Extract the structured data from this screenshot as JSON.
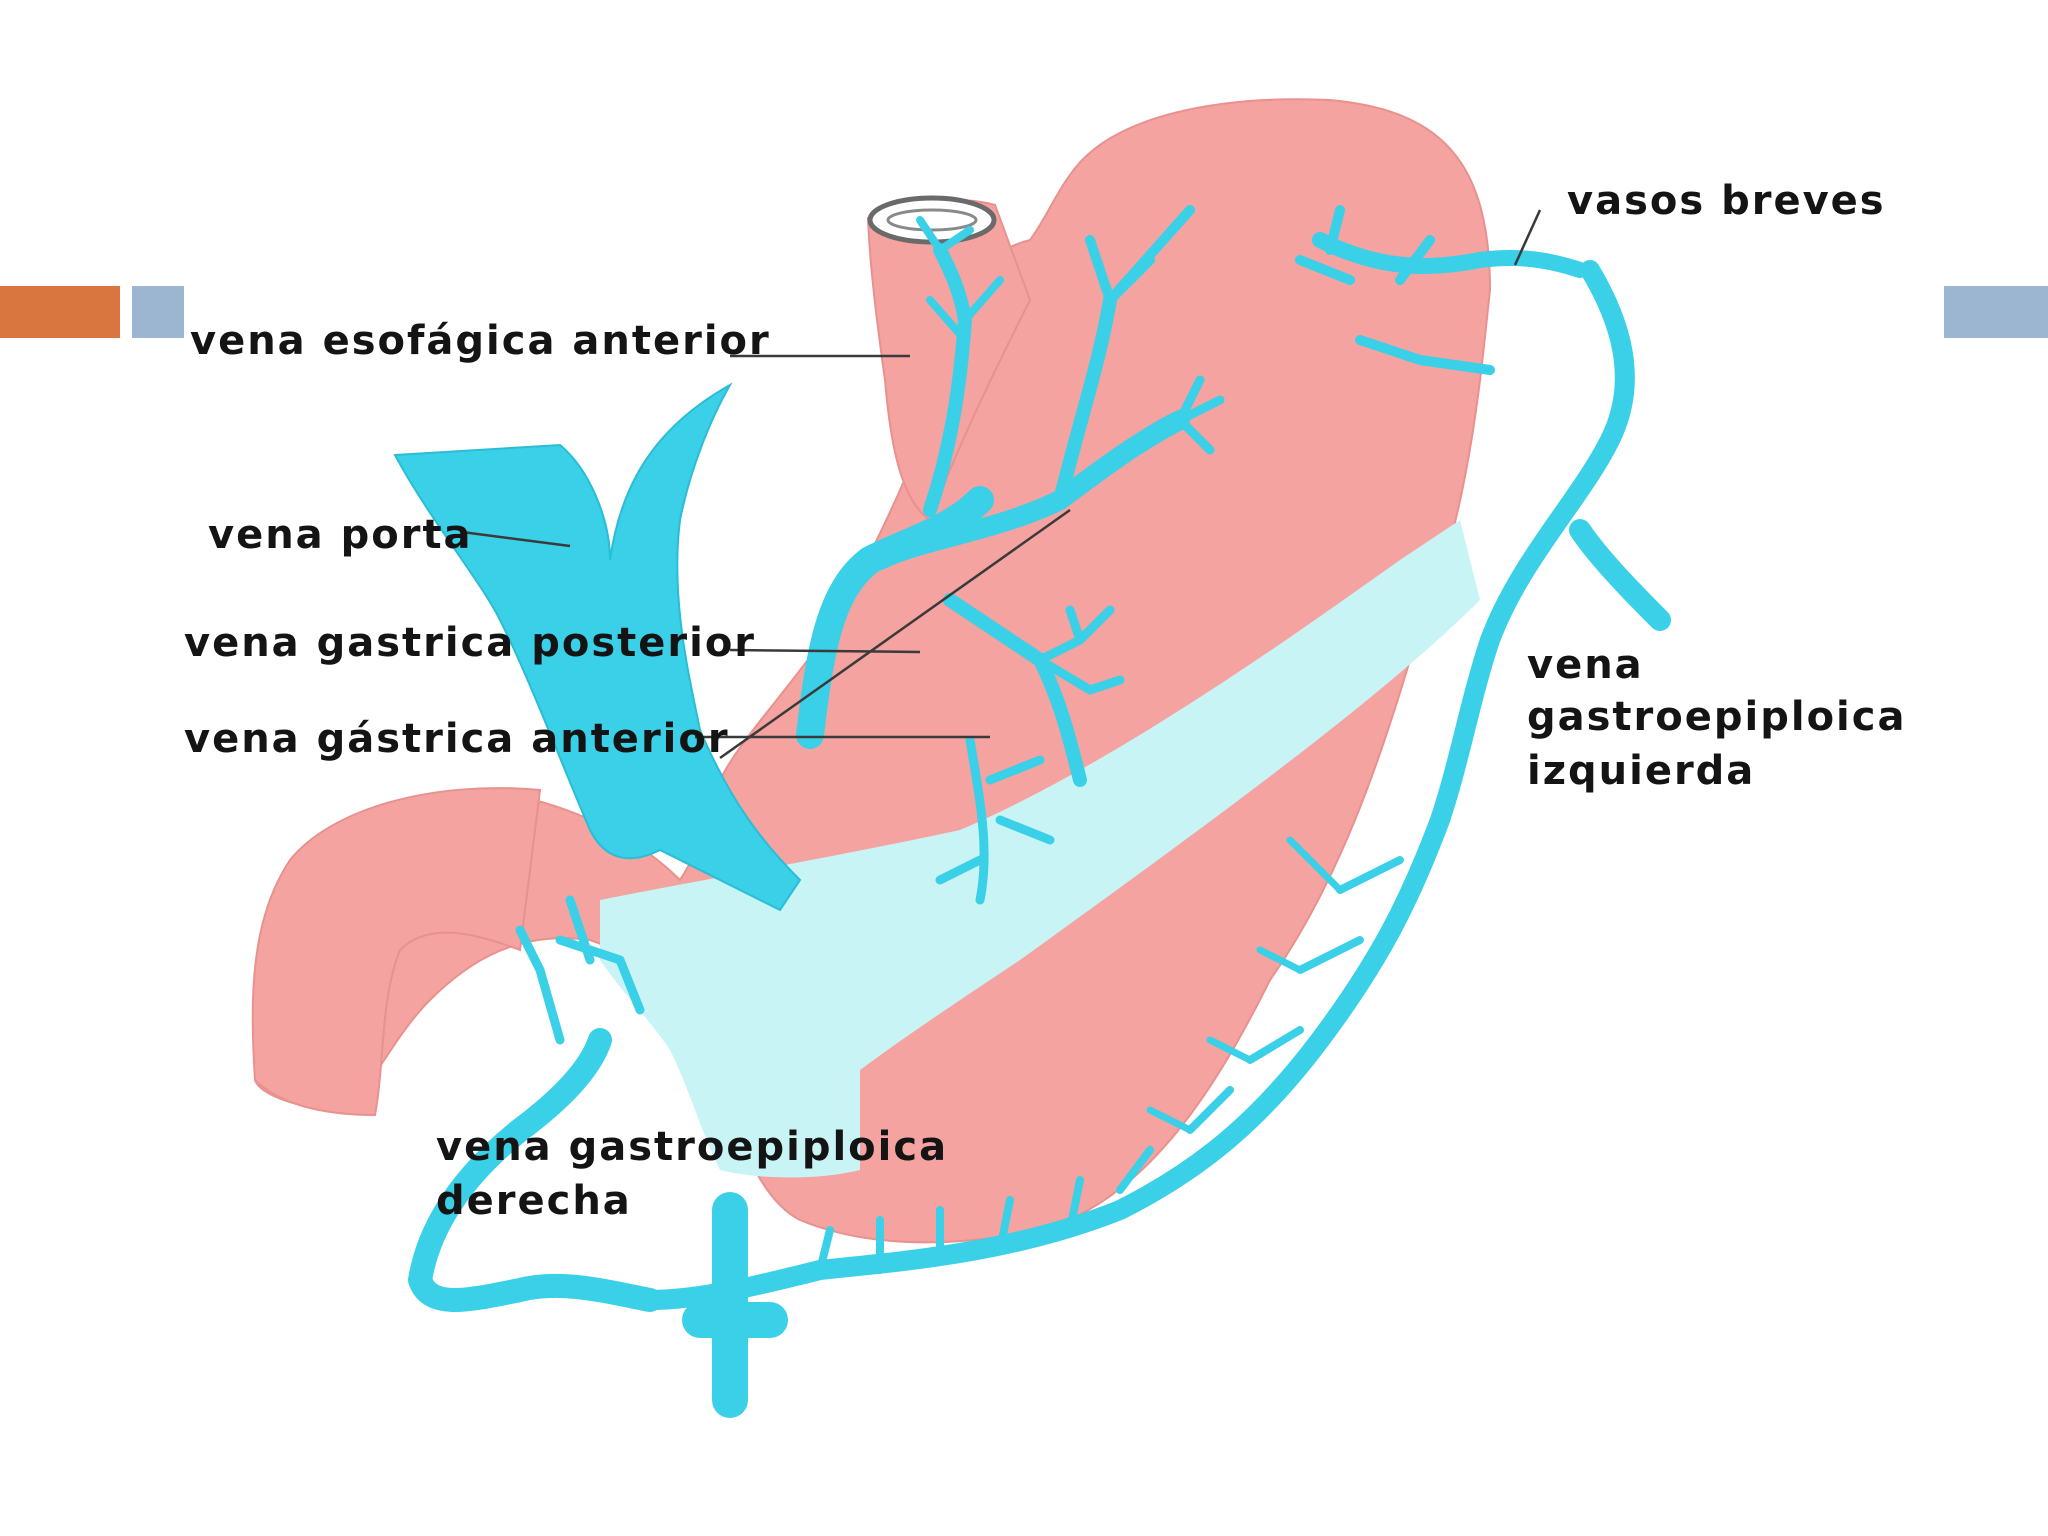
{
  "colors": {
    "stomach": "#f4a3a0",
    "vein": "#3ad0e8",
    "vein_dark": "#2bbcd6",
    "antrum_band": "#c9f4f6",
    "pointer_line": "#3a3a3a",
    "text": "#141414",
    "accent_orange": "#d9753e",
    "accent_blue": "#9cb5d0"
  },
  "labels": {
    "vena_esofagica_anterior": "vena esofágica anterior",
    "vena_porta": "vena porta",
    "vena_gastrica_posterior": "vena gastrica posterior",
    "vena_gastrica_anterior": "vena gástrica anterior",
    "vasos_breves": "vasos breves",
    "vena_gastroepiploica_izquierda_1": "vena",
    "vena_gastroepiploica_izquierda_2": "gastroepiploica",
    "vena_gastroepiploica_izquierda_3": "izquierda",
    "vena_gastroepiploica_derecha_1": "vena gastroepiploica",
    "vena_gastroepiploica_derecha_2": "derecha"
  }
}
